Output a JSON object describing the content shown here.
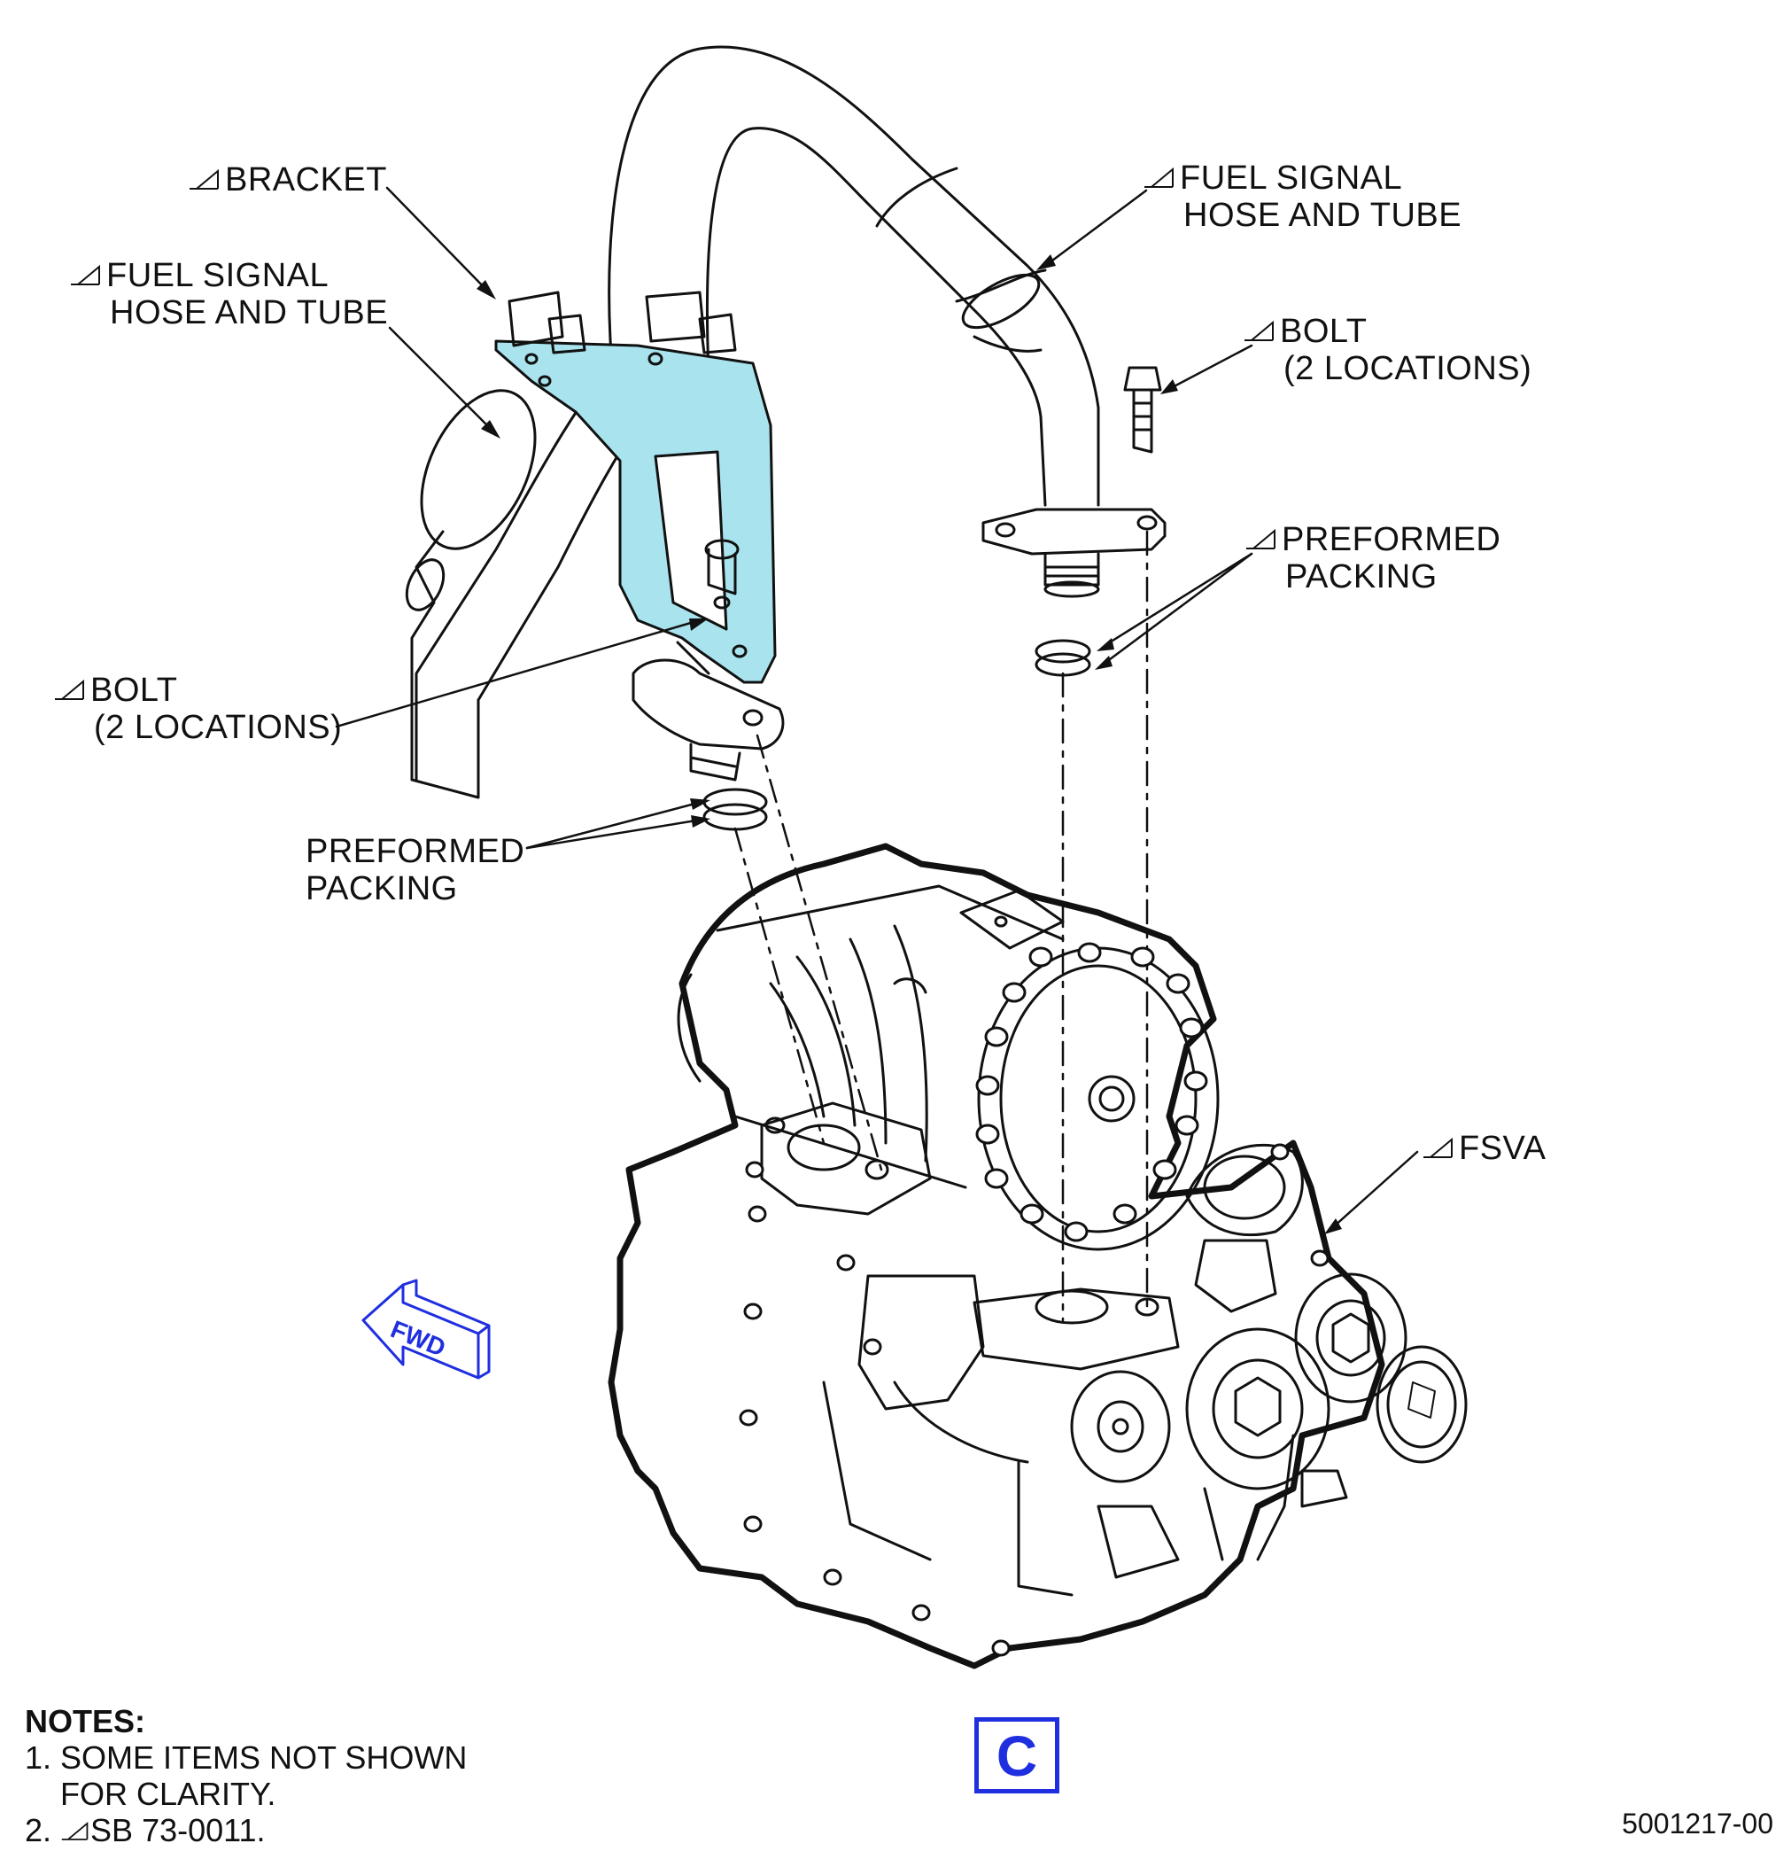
{
  "callouts": {
    "bracket": "BRACKET",
    "fuel_signal_left": [
      "FUEL SIGNAL",
      "HOSE AND TUBE"
    ],
    "fuel_signal_right": [
      "FUEL SIGNAL",
      "HOSE AND TUBE"
    ],
    "bolt_right": [
      "BOLT",
      "(2 LOCATIONS)"
    ],
    "bolt_left": [
      "BOLT",
      "(2 LOCATIONS)"
    ],
    "packing_right": [
      "PREFORMED",
      "PACKING"
    ],
    "packing_left": [
      "PREFORMED",
      "PACKING"
    ],
    "fsva": "FSVA"
  },
  "fwd_arrow": "FWD",
  "figure_id": "C",
  "notes": {
    "title": "NOTES:",
    "items": [
      "1. SOME ITEMS NOT SHOWN",
      "FOR CLARITY.",
      "2.",
      "SB 73-0011."
    ]
  },
  "drawing_number": "5001217-00",
  "colors": {
    "highlight_fill": "#a9e4ee",
    "accent_blue": "#1f2fe0",
    "line": "#111111"
  },
  "icons": {
    "sb_flag": "effectivity-triangle-icon",
    "fwd": "forward-arrow-icon"
  }
}
